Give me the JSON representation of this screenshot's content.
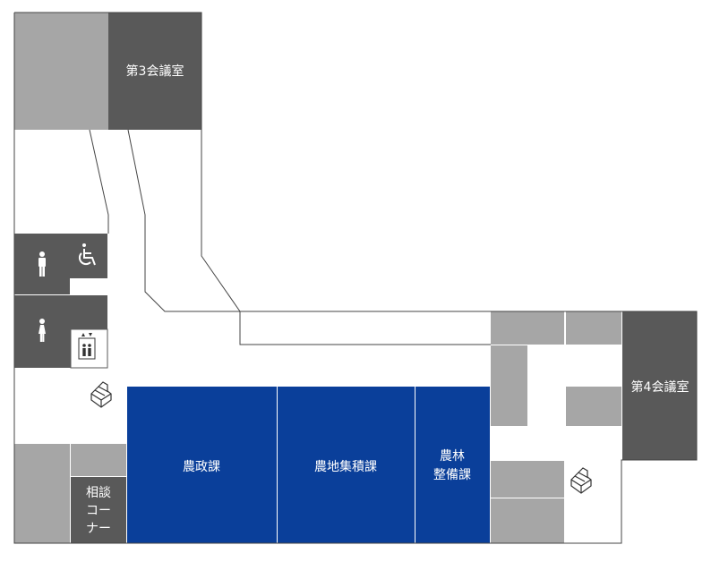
{
  "colors": {
    "dark_gray": "#595959",
    "light_gray": "#a6a6a6",
    "blue": "#0a3f9a",
    "line": "#444444",
    "white": "#ffffff"
  },
  "rooms": {
    "meeting_room_3": "第3会議室",
    "meeting_room_4": "第4会議室",
    "agri_admin": "農政課",
    "farmland_consolidation": "農地集積課",
    "forestry_line1": "農林",
    "forestry_line2": "整備課",
    "consult_line1": "相談",
    "consult_line2": "コー",
    "consult_line3": "ナー"
  },
  "icons": {
    "mens_restroom": "mens-restroom-icon",
    "accessible_restroom": "wheelchair-icon",
    "womens_restroom": "womens-restroom-icon",
    "elevator": "elevator-icon",
    "stairs": "stairs-icon"
  }
}
